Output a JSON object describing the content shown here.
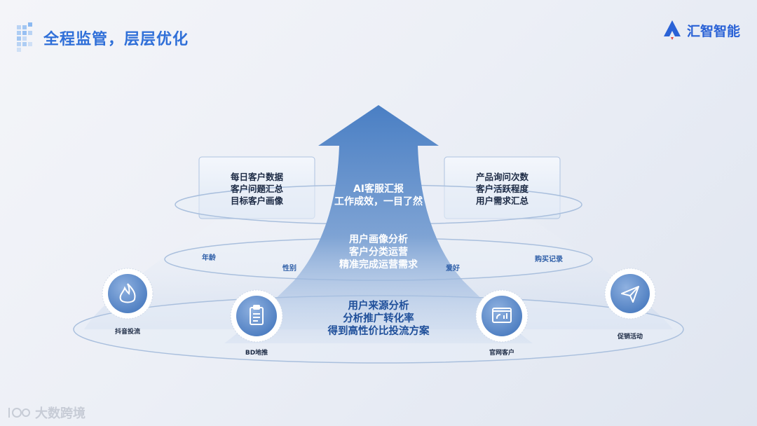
{
  "header": {
    "title": "全程监管，层层优化",
    "brand_name": "汇智智能"
  },
  "left_box": {
    "lines": [
      "每日客户数据",
      "客户问题汇总",
      "目标客户画像"
    ]
  },
  "right_box": {
    "lines": [
      "产品询问次数",
      "客户活跃程度",
      "用户需求汇总"
    ]
  },
  "arrow": {
    "top_lines": [
      "AI客服汇报",
      "工作成效，一目了然"
    ],
    "mid_lines": [
      "用户画像分析",
      "客户分类运营",
      "精准完成运营需求"
    ],
    "bottom_lines": [
      "用户来源分析",
      "分析推广转化率",
      "得到高性价比投流方案"
    ]
  },
  "middle_ring_tags": [
    "年龄",
    "性别",
    "爱好",
    "购买记录"
  ],
  "channels": [
    {
      "label": "抖音投流",
      "icon": "flame-icon"
    },
    {
      "label": "BD地推",
      "icon": "clipboard-icon"
    },
    {
      "label": "官网客户",
      "icon": "dashboard-icon"
    },
    {
      "label": "促销活动",
      "icon": "paper-plane-icon"
    }
  ],
  "watermark": "大数跨境",
  "colors": {
    "accent": "#2f6fd8",
    "arrow_top": "#4a7fc4",
    "ring_stroke": "#a9bfdd"
  }
}
